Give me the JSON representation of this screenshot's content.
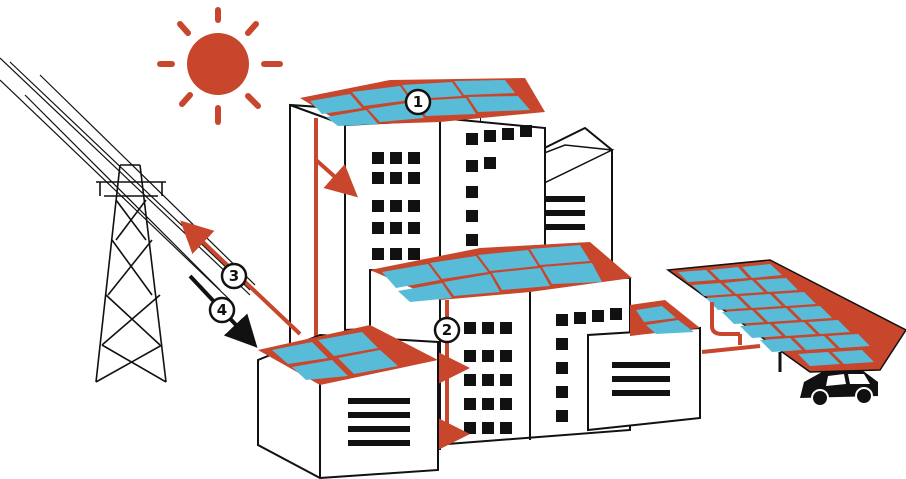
{
  "diagram": {
    "subject": "rooftop-solar-energy-flow",
    "markers": [
      {
        "id": "rooftop-panels",
        "label": "1"
      },
      {
        "id": "internal-distribution",
        "label": "2"
      },
      {
        "id": "export-to-grid",
        "label": "3"
      },
      {
        "id": "import-from-grid",
        "label": "4"
      }
    ]
  },
  "colors": {
    "accent": "#c8462c",
    "panel": "#58bcd9",
    "outline": "#111111",
    "wall": "#ffffff",
    "grid_line": "#111111"
  },
  "icons": [
    "sun-icon",
    "power-pylon-icon",
    "car-icon",
    "solar-carport-icon"
  ]
}
